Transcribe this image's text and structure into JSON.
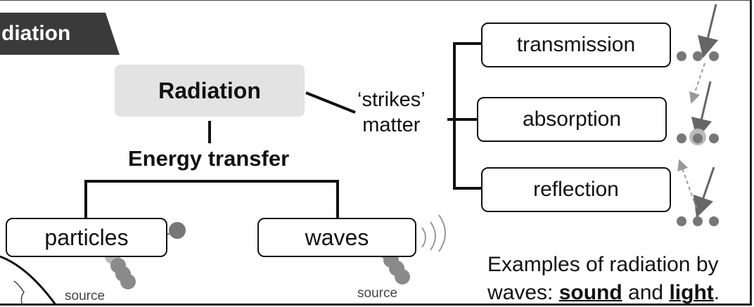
{
  "banner": {
    "text": "diation"
  },
  "center": {
    "title": "Radiation",
    "subtitle": "Energy transfer"
  },
  "branches": {
    "particles": "particles",
    "waves": "waves",
    "source_label": "source"
  },
  "strikes": {
    "text": "‘strikes’\nmatter"
  },
  "outcomes": [
    "transmission",
    "absorption",
    "reflection"
  ],
  "examples": {
    "line1": "Examples of radiation by",
    "line2_prefix": "waves: ",
    "sound": "sound",
    "and": " and ",
    "light": "light",
    "period": "."
  }
}
